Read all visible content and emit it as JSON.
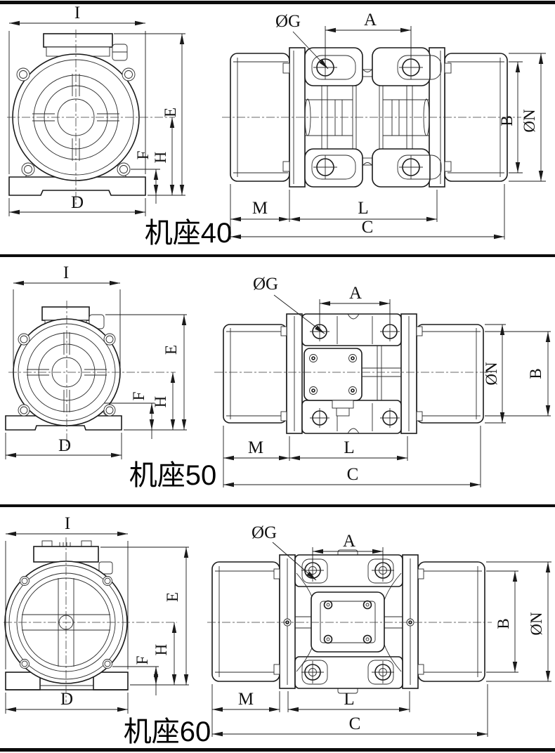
{
  "drawing": {
    "sections": [
      {
        "caption": "机座40",
        "front": {
          "width": "I",
          "total_height": "E",
          "foot_height": "F",
          "center_height": "H",
          "base_width": "D"
        },
        "top": {
          "hole_dia": "ØG",
          "hole_span": "A",
          "body_width": "B",
          "outer_dia": "ØN",
          "cap_len": "M",
          "housing_len": "L",
          "total_len": "C"
        }
      },
      {
        "caption": "机座50",
        "front": {
          "width": "I",
          "total_height": "E",
          "foot_height": "F",
          "center_height": "H",
          "base_width": "D"
        },
        "top": {
          "hole_dia": "ØG",
          "hole_span": "A",
          "body_width": "B",
          "outer_dia": "ØN",
          "cap_len": "M",
          "housing_len": "L",
          "total_len": "C"
        }
      },
      {
        "caption": "机座60",
        "front": {
          "width": "I",
          "total_height": "E",
          "foot_height": "F",
          "center_height": "H",
          "base_width": "D"
        },
        "top": {
          "hole_dia": "ØG",
          "hole_span": "A",
          "body_width": "B",
          "outer_dia": "ØN",
          "cap_len": "M",
          "housing_len": "L",
          "total_len": "C"
        }
      }
    ]
  }
}
